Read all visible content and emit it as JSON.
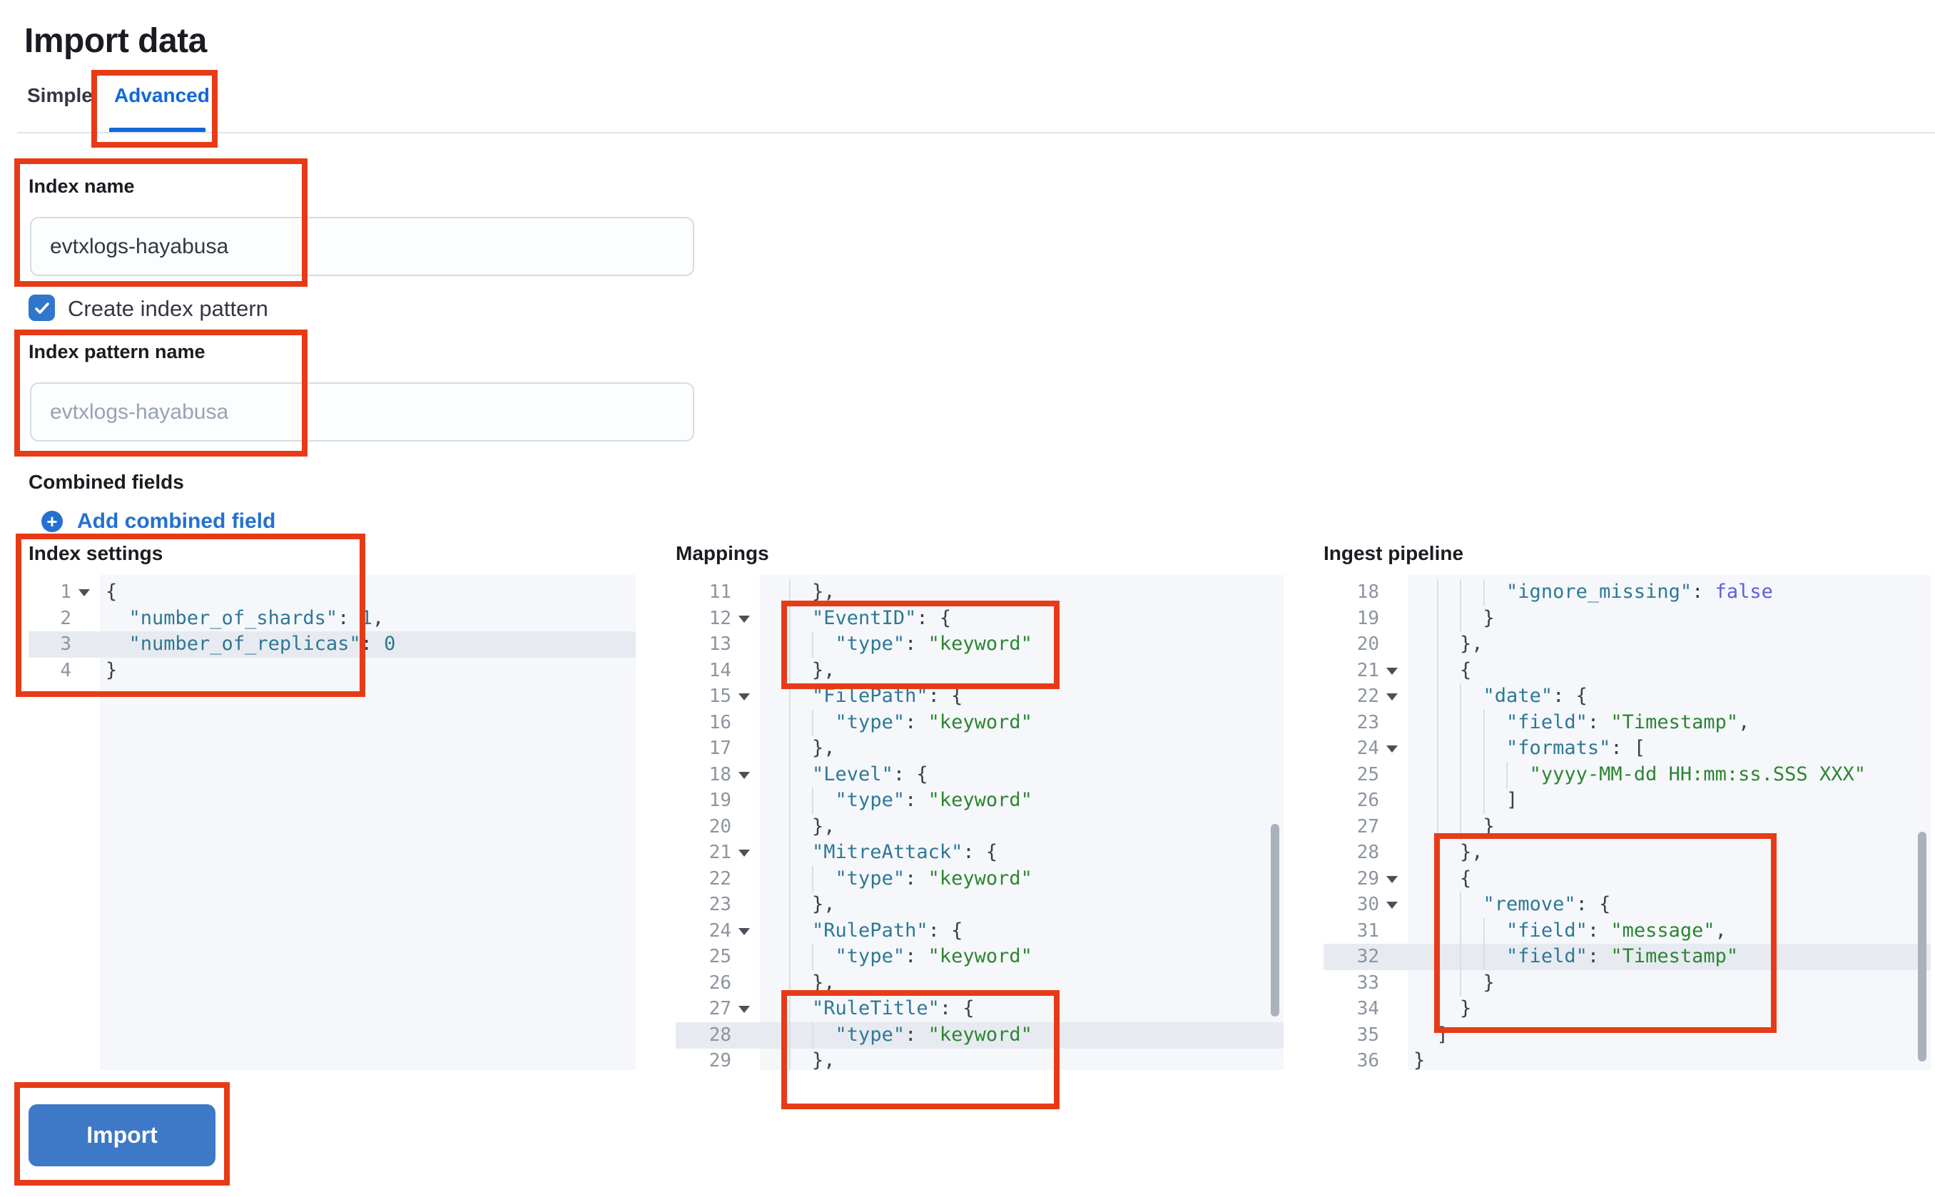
{
  "page": {
    "title": "Import data"
  },
  "tabs": {
    "simple": {
      "label": "Simple",
      "active": false
    },
    "advanced": {
      "label": "Advanced",
      "active": true
    }
  },
  "form": {
    "index_name": {
      "label": "Index name",
      "value": "evtxlogs-hayabusa"
    },
    "create_index_pattern": {
      "label": "Create index pattern",
      "checked": true,
      "icon": "checkmark-icon"
    },
    "index_pattern_name": {
      "label": "Index pattern name",
      "placeholder": "evtxlogs-hayabusa"
    },
    "combined_fields": {
      "label": "Combined fields",
      "add_link": "Add combined field",
      "icon": "plus-in-circle-icon"
    }
  },
  "colors": {
    "accent_blue": "#2470d3",
    "tab_blue": "#1168d8",
    "button_blue": "#3d79c6",
    "annotation_red": "#e73b17",
    "editor_background": "#f5f7fa",
    "active_line": "#e7ebf1",
    "token_key": "#2e7896",
    "token_string": "#2d8532",
    "token_boolean": "#5c5ede"
  },
  "import_button": {
    "label": "Import"
  },
  "editors": [
    {
      "id": "index-settings",
      "label": "Index settings",
      "lines": [
        {
          "n": 1,
          "fold": true,
          "ind": 0,
          "hl": false,
          "segs": [
            [
              "p",
              "{"
            ]
          ]
        },
        {
          "n": 2,
          "fold": false,
          "ind": 2,
          "hl": false,
          "segs": [
            [
              "k",
              "\"number_of_shards\""
            ],
            [
              "p",
              ": "
            ],
            [
              "n",
              "1"
            ],
            [
              "p",
              ","
            ]
          ]
        },
        {
          "n": 3,
          "fold": false,
          "ind": 2,
          "hl": true,
          "segs": [
            [
              "k",
              "\"number_of_replicas\""
            ],
            [
              "p",
              ": "
            ],
            [
              "n",
              "0"
            ]
          ]
        },
        {
          "n": 4,
          "fold": false,
          "ind": 0,
          "hl": false,
          "segs": [
            [
              "p",
              "}"
            ]
          ]
        }
      ]
    },
    {
      "id": "mappings",
      "label": "Mappings",
      "lines": [
        {
          "n": 11,
          "fold": false,
          "ind": 4,
          "hl": false,
          "segs": [
            [
              "p",
              "},"
            ]
          ]
        },
        {
          "n": 12,
          "fold": true,
          "ind": 4,
          "hl": false,
          "segs": [
            [
              "k",
              "\"EventID\""
            ],
            [
              "p",
              ": {"
            ]
          ]
        },
        {
          "n": 13,
          "fold": false,
          "ind": 6,
          "hl": false,
          "segs": [
            [
              "k",
              "\"type\""
            ],
            [
              "p",
              ": "
            ],
            [
              "s",
              "\"keyword\""
            ]
          ]
        },
        {
          "n": 14,
          "fold": false,
          "ind": 4,
          "hl": false,
          "segs": [
            [
              "p",
              "},"
            ]
          ]
        },
        {
          "n": 15,
          "fold": true,
          "ind": 4,
          "hl": false,
          "segs": [
            [
              "k",
              "\"FilePath\""
            ],
            [
              "p",
              ": {"
            ]
          ]
        },
        {
          "n": 16,
          "fold": false,
          "ind": 6,
          "hl": false,
          "segs": [
            [
              "k",
              "\"type\""
            ],
            [
              "p",
              ": "
            ],
            [
              "s",
              "\"keyword\""
            ]
          ]
        },
        {
          "n": 17,
          "fold": false,
          "ind": 4,
          "hl": false,
          "segs": [
            [
              "p",
              "},"
            ]
          ]
        },
        {
          "n": 18,
          "fold": true,
          "ind": 4,
          "hl": false,
          "segs": [
            [
              "k",
              "\"Level\""
            ],
            [
              "p",
              ": {"
            ]
          ]
        },
        {
          "n": 19,
          "fold": false,
          "ind": 6,
          "hl": false,
          "segs": [
            [
              "k",
              "\"type\""
            ],
            [
              "p",
              ": "
            ],
            [
              "s",
              "\"keyword\""
            ]
          ]
        },
        {
          "n": 20,
          "fold": false,
          "ind": 4,
          "hl": false,
          "segs": [
            [
              "p",
              "},"
            ]
          ]
        },
        {
          "n": 21,
          "fold": true,
          "ind": 4,
          "hl": false,
          "segs": [
            [
              "k",
              "\"MitreAttack\""
            ],
            [
              "p",
              ": {"
            ]
          ]
        },
        {
          "n": 22,
          "fold": false,
          "ind": 6,
          "hl": false,
          "segs": [
            [
              "k",
              "\"type\""
            ],
            [
              "p",
              ": "
            ],
            [
              "s",
              "\"keyword\""
            ]
          ]
        },
        {
          "n": 23,
          "fold": false,
          "ind": 4,
          "hl": false,
          "segs": [
            [
              "p",
              "},"
            ]
          ]
        },
        {
          "n": 24,
          "fold": true,
          "ind": 4,
          "hl": false,
          "segs": [
            [
              "k",
              "\"RulePath\""
            ],
            [
              "p",
              ": {"
            ]
          ]
        },
        {
          "n": 25,
          "fold": false,
          "ind": 6,
          "hl": false,
          "segs": [
            [
              "k",
              "\"type\""
            ],
            [
              "p",
              ": "
            ],
            [
              "s",
              "\"keyword\""
            ]
          ]
        },
        {
          "n": 26,
          "fold": false,
          "ind": 4,
          "hl": false,
          "segs": [
            [
              "p",
              "},"
            ]
          ]
        },
        {
          "n": 27,
          "fold": true,
          "ind": 4,
          "hl": false,
          "segs": [
            [
              "k",
              "\"RuleTitle\""
            ],
            [
              "p",
              ": {"
            ]
          ]
        },
        {
          "n": 28,
          "fold": false,
          "ind": 6,
          "hl": true,
          "segs": [
            [
              "k",
              "\"type\""
            ],
            [
              "p",
              ": "
            ],
            [
              "s",
              "\"keyword\""
            ]
          ]
        },
        {
          "n": 29,
          "fold": false,
          "ind": 4,
          "hl": false,
          "segs": [
            [
              "p",
              "},"
            ]
          ]
        }
      ]
    },
    {
      "id": "ingest-pipeline",
      "label": "Ingest pipeline",
      "lines": [
        {
          "n": 18,
          "fold": false,
          "ind": 8,
          "hl": false,
          "segs": [
            [
              "k",
              "\"ignore_missing\""
            ],
            [
              "p",
              ": "
            ],
            [
              "b",
              "false"
            ]
          ]
        },
        {
          "n": 19,
          "fold": false,
          "ind": 6,
          "hl": false,
          "segs": [
            [
              "p",
              "}"
            ]
          ]
        },
        {
          "n": 20,
          "fold": false,
          "ind": 4,
          "hl": false,
          "segs": [
            [
              "p",
              "},"
            ]
          ]
        },
        {
          "n": 21,
          "fold": true,
          "ind": 4,
          "hl": false,
          "segs": [
            [
              "p",
              "{"
            ]
          ]
        },
        {
          "n": 22,
          "fold": true,
          "ind": 6,
          "hl": false,
          "segs": [
            [
              "k",
              "\"date\""
            ],
            [
              "p",
              ": {"
            ]
          ]
        },
        {
          "n": 23,
          "fold": false,
          "ind": 8,
          "hl": false,
          "segs": [
            [
              "k",
              "\"field\""
            ],
            [
              "p",
              ": "
            ],
            [
              "s",
              "\"Timestamp\""
            ],
            [
              "p",
              ","
            ]
          ]
        },
        {
          "n": 24,
          "fold": true,
          "ind": 8,
          "hl": false,
          "segs": [
            [
              "k",
              "\"formats\""
            ],
            [
              "p",
              ": ["
            ]
          ]
        },
        {
          "n": 25,
          "fold": false,
          "ind": 10,
          "hl": false,
          "segs": [
            [
              "s",
              "\"yyyy-MM-dd HH:mm:ss.SSS XXX\""
            ]
          ]
        },
        {
          "n": 26,
          "fold": false,
          "ind": 8,
          "hl": false,
          "segs": [
            [
              "p",
              "]"
            ]
          ]
        },
        {
          "n": 27,
          "fold": false,
          "ind": 6,
          "hl": false,
          "segs": [
            [
              "p",
              "}"
            ]
          ]
        },
        {
          "n": 28,
          "fold": false,
          "ind": 4,
          "hl": false,
          "segs": [
            [
              "p",
              "},"
            ]
          ]
        },
        {
          "n": 29,
          "fold": true,
          "ind": 4,
          "hl": false,
          "segs": [
            [
              "p",
              "{"
            ]
          ]
        },
        {
          "n": 30,
          "fold": true,
          "ind": 6,
          "hl": false,
          "segs": [
            [
              "k",
              "\"remove\""
            ],
            [
              "p",
              ": {"
            ]
          ]
        },
        {
          "n": 31,
          "fold": false,
          "ind": 8,
          "hl": false,
          "segs": [
            [
              "k",
              "\"field\""
            ],
            [
              "p",
              ": "
            ],
            [
              "s",
              "\"message\""
            ],
            [
              "p",
              ","
            ]
          ]
        },
        {
          "n": 32,
          "fold": false,
          "ind": 8,
          "hl": true,
          "segs": [
            [
              "k",
              "\"field\""
            ],
            [
              "p",
              ": "
            ],
            [
              "s",
              "\"Timestamp\""
            ]
          ]
        },
        {
          "n": 33,
          "fold": false,
          "ind": 6,
          "hl": false,
          "segs": [
            [
              "p",
              "}"
            ]
          ]
        },
        {
          "n": 34,
          "fold": false,
          "ind": 4,
          "hl": false,
          "segs": [
            [
              "p",
              "}"
            ]
          ]
        },
        {
          "n": 35,
          "fold": false,
          "ind": 2,
          "hl": false,
          "segs": [
            [
              "p",
              "]"
            ]
          ]
        },
        {
          "n": 36,
          "fold": false,
          "ind": 0,
          "hl": false,
          "segs": [
            [
              "p",
              "}"
            ]
          ]
        }
      ]
    }
  ]
}
